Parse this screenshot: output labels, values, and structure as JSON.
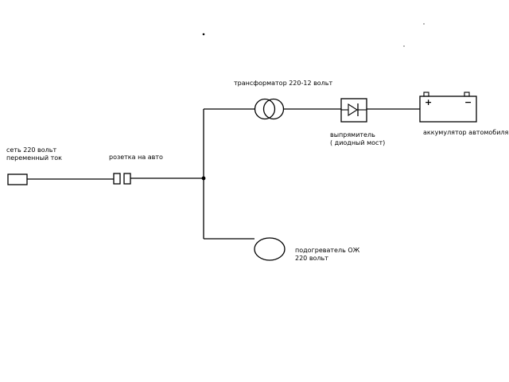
{
  "labels": {
    "mains_line1": "сеть 220 вольт",
    "mains_line2": "переменный ток",
    "socket": "розетка на авто",
    "transformer": "трансформатор 220-12 вольт",
    "rectifier_line1": "выпрямитель",
    "rectifier_line2": "( диодный мост)",
    "battery": "аккумулятор автомобиля",
    "heater_line1": "подогреватель ОЖ",
    "heater_line2": "220 вольт"
  },
  "battery_terminals": {
    "positive": "+",
    "negative": "−"
  },
  "colors": {
    "line": "#000000",
    "background": "#ffffff"
  }
}
